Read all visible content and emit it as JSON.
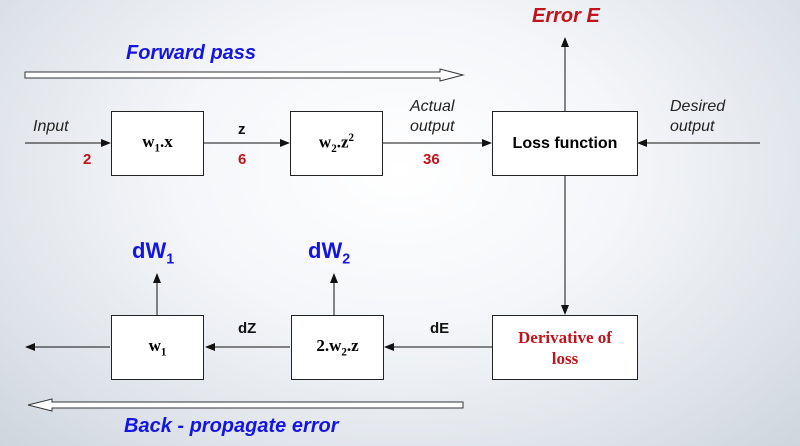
{
  "title_forward": "Forward pass",
  "title_back": "Back - propagate error",
  "error_label": "Error E",
  "input_label": "Input",
  "input_value": "2",
  "z_label": "z",
  "z_value": "6",
  "actual_output_line1": "Actual",
  "actual_output_line2": "output",
  "actual_output_value": "36",
  "desired_output_line1": "Desired",
  "desired_output_line2": "output",
  "box_w1x": {
    "w": "w",
    "sub": "1",
    "rest": ".x"
  },
  "box_w2z2": {
    "w": "w",
    "sub": "2",
    "mid": ".z",
    "sup": "2"
  },
  "box_loss": "Loss function",
  "box_derivative_line1": "Derivative of",
  "box_derivative_line2": "loss",
  "box_2w2z": {
    "pre": "2.w",
    "sub": "2",
    "rest": ".z"
  },
  "box_w1": {
    "w": "w",
    "sub": "1"
  },
  "de_label": "dE",
  "dz_label": "dZ",
  "dw1": {
    "main": "dW",
    "sub": "1"
  },
  "dw2": {
    "main": "dW",
    "sub": "2"
  },
  "colors": {
    "red": "#c0141c",
    "blue": "#1515e0"
  }
}
